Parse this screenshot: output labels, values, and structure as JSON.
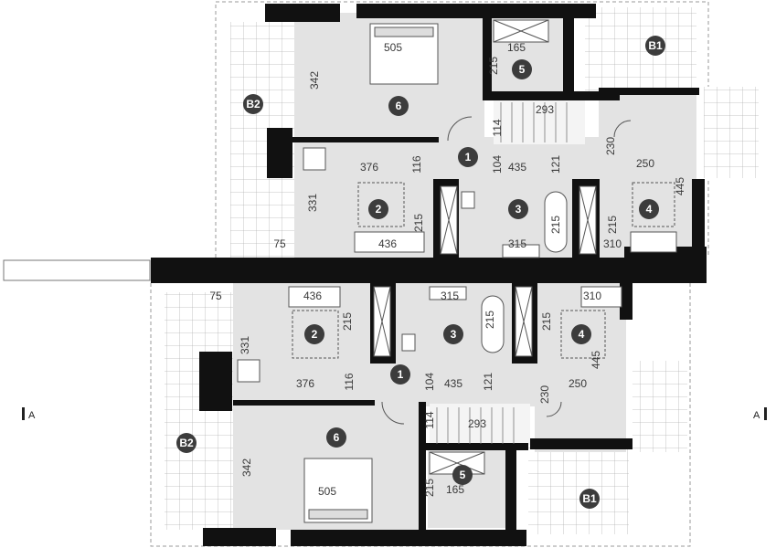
{
  "rooms": {
    "upper": {
      "r1": "1",
      "r2": "2",
      "r3": "3",
      "r4": "4",
      "r5": "5",
      "r6": "6"
    },
    "lower": {
      "r1": "1",
      "r2": "2",
      "r3": "3",
      "r4": "4",
      "r5": "5",
      "r6": "6"
    }
  },
  "balconies": {
    "b1_upper": "B1",
    "b2_upper": "B2",
    "b1_lower": "B1",
    "b2_lower": "B2"
  },
  "dimensions": {
    "upper": {
      "bed_width": "505",
      "bed_depth": "342",
      "bath5_width": "165",
      "bath5_depth": "215",
      "stair_width": "293",
      "stair_depth": "114",
      "hall_width_l": "376",
      "hall_depth_l": "116",
      "hall_depth_c": "104",
      "hall_width_c": "435",
      "hall_depth_r": "121",
      "room4_depth_a": "230",
      "room4_width": "250",
      "room4_depth_b": "445",
      "room2_depth": "331",
      "room2_width": "436",
      "room2_depth_b": "215",
      "terrace_width": "75",
      "bath3_width": "315",
      "bath3_depth": "215",
      "room4_depth_c": "215",
      "room4_width_b": "310"
    },
    "lower": {
      "terrace_width": "75",
      "room2_width": "436",
      "room2_depth_b": "215",
      "bath3_width": "315",
      "bath3_depth": "215",
      "room4_depth_c": "215",
      "room4_width_b": "310",
      "room2_depth": "331",
      "hall_width_l": "376",
      "hall_depth_l": "116",
      "hall_depth_c": "104",
      "hall_width_c": "435",
      "hall_depth_r": "121",
      "room4_depth_a": "230",
      "room4_width": "250",
      "room4_depth_b": "445",
      "stair_depth": "114",
      "stair_width": "293",
      "bed_depth": "342",
      "bed_width": "505",
      "bath5_depth": "215",
      "bath5_width": "165"
    }
  },
  "section_marks": {
    "left": "A",
    "right": "A"
  },
  "colors": {
    "wall": "#111111",
    "floor": "#e3e3e3",
    "badge": "#3c3c3c",
    "line": "#9a9a9a",
    "dim_text": "#3a3a3a"
  }
}
